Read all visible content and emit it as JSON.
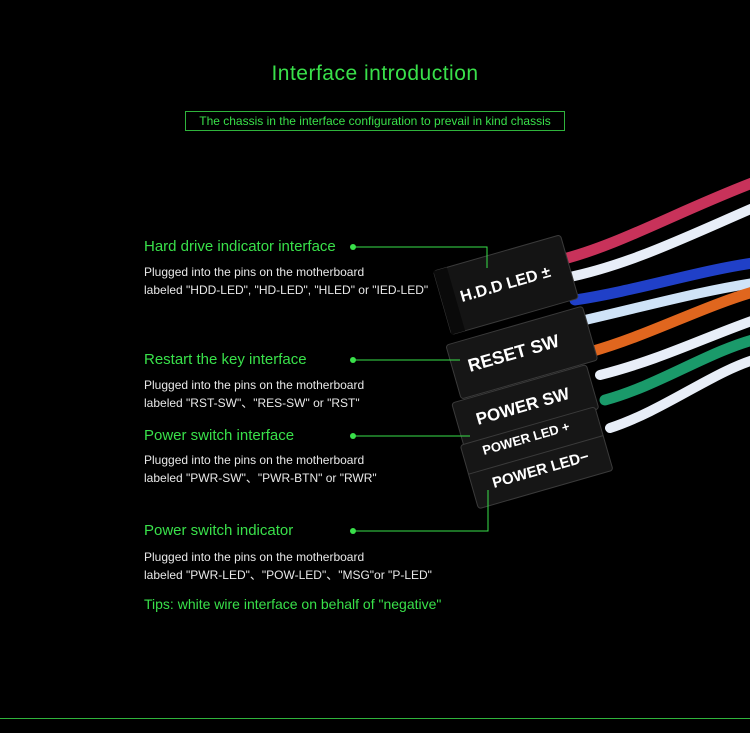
{
  "header": {
    "title": "Interface introduction",
    "subtitle": "The chassis in the interface configuration to prevail in kind chassis"
  },
  "interfaces": [
    {
      "label": "Hard drive indicator interface",
      "line1": "Plugged into the pins on the motherboard",
      "line2": "labeled \"HDD-LED\", \"HD-LED\", \"HLED\" or \"IED-LED\""
    },
    {
      "label": "Restart the key interface",
      "line1": "Plugged into the pins on the motherboard",
      "line2": "labeled \"RST-SW\"、\"RES-SW\" or \"RST\""
    },
    {
      "label": "Power switch interface",
      "line1": "Plugged into the pins on the motherboard",
      "line2": "labeled \"PWR-SW\"、\"PWR-BTN\" or \"RWR\""
    },
    {
      "label": "Power switch indicator",
      "line1": "Plugged into the pins on the motherboard",
      "line2": "labeled \"PWR-LED\"、\"POW-LED\"、\"MSG\"or \"P-LED\""
    }
  ],
  "tips": "Tips: white wire interface on behalf of \"negative\"",
  "connectors": {
    "hdd_led": "H.D.D LED ±",
    "reset_sw": "RESET SW",
    "power_sw": "POWER SW",
    "power_led_plus": "POWER LED +",
    "power_led_minus": "POWER LED−"
  },
  "colors": {
    "accent_green": "#39e04a",
    "background": "#000000",
    "wire_red": "#c8325a",
    "wire_blue": "#2040c8",
    "wire_orange": "#e0661e",
    "wire_teal": "#1a9a6a",
    "wire_white": "#e8eef8"
  }
}
